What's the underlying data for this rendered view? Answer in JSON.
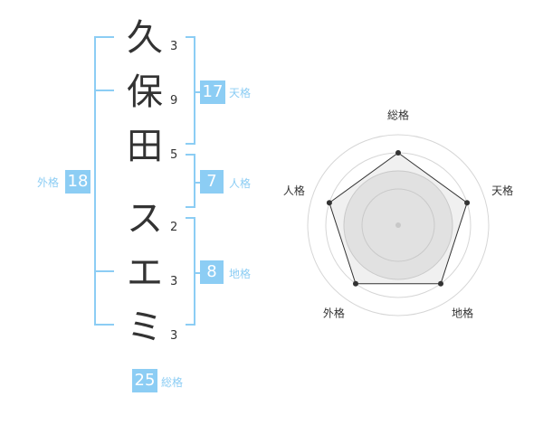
{
  "name": {
    "characters": [
      {
        "char": "久",
        "strokes": "3"
      },
      {
        "char": "保",
        "strokes": "9"
      },
      {
        "char": "田",
        "strokes": "5"
      },
      {
        "char": "ス",
        "strokes": "2"
      },
      {
        "char": "エ",
        "strokes": "3"
      },
      {
        "char": "ミ",
        "strokes": "3"
      }
    ]
  },
  "fortunes": {
    "tenkaku": {
      "label": "天格",
      "value": "17"
    },
    "jinkaku": {
      "label": "人格",
      "value": "7"
    },
    "chikaku": {
      "label": "地格",
      "value": "8"
    },
    "gaikaku": {
      "label": "外格",
      "value": "18"
    },
    "soukaku": {
      "label": "総格",
      "value": "25"
    }
  },
  "colors": {
    "accent": "#8ccdf4",
    "text": "#333333"
  },
  "chart_data": {
    "type": "radar",
    "axes": [
      "総格",
      "天格",
      "地格",
      "外格",
      "人格"
    ],
    "values": [
      4,
      4,
      4,
      4,
      4
    ],
    "range": [
      0,
      5
    ],
    "rings": 4
  }
}
